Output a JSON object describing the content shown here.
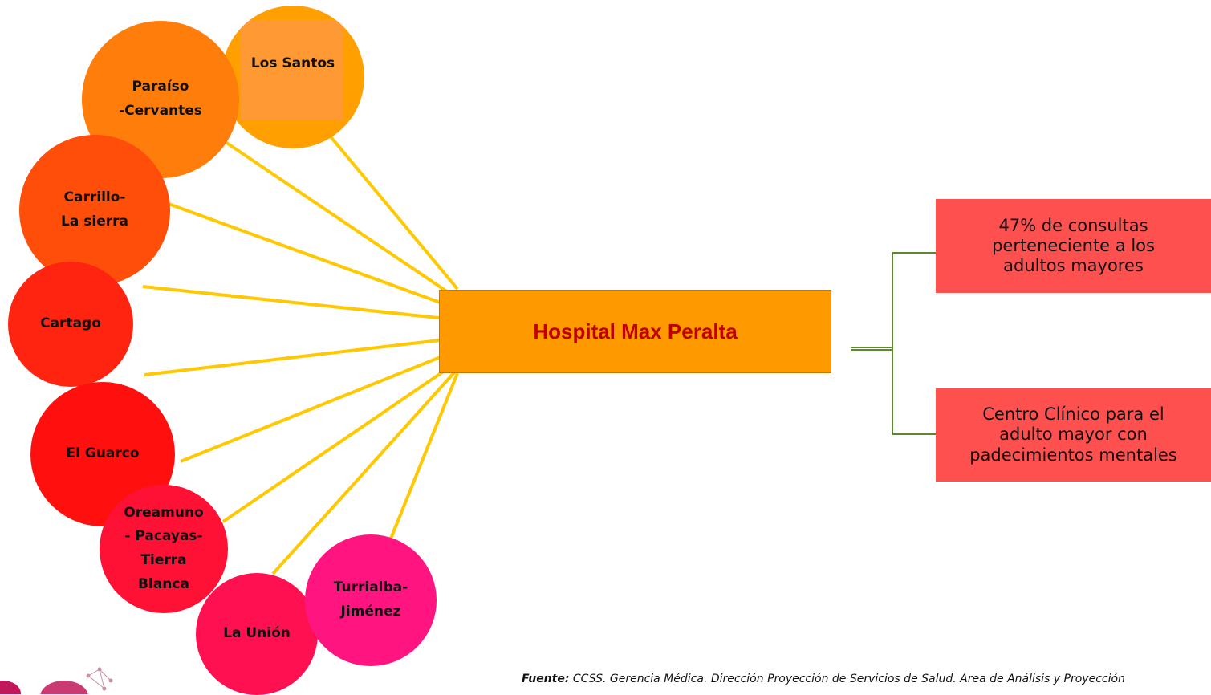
{
  "hub": {
    "label": "Hospital Max Peralta"
  },
  "areas": [
    {
      "id": "los-santos",
      "label": "Los Santos",
      "color": "#ffa000"
    },
    {
      "id": "paraiso-cervantes",
      "label": "Paraíso\n-Cervantes",
      "color": "#ff7d0a"
    },
    {
      "id": "carrillo-la-sierra",
      "label": "Carrillo-\nLa sierra",
      "color": "#ff4e0a"
    },
    {
      "id": "cartago",
      "label": "Cartago",
      "color": "#ff240f"
    },
    {
      "id": "el-guarco",
      "label": "El Guarco",
      "color": "#ff100f"
    },
    {
      "id": "oreamuno-pacayas-tierra-blanca",
      "label": "Oreamuno\n- Pacayas-\nTierra\nBlanca",
      "color": "#ff1035"
    },
    {
      "id": "la-union",
      "label": "La Unión",
      "color": "#ff1050"
    },
    {
      "id": "turrialba-jimenez",
      "label": "Turrialba-\nJiménez",
      "color": "#ff1480"
    }
  ],
  "outcomes": [
    {
      "id": "consultas",
      "text": "47% de consultas\nperteneciente a los\nadultos mayores"
    },
    {
      "id": "centro-clinico",
      "text": "Centro Clínico para el\nadulto mayor con\npadecimientos mentales"
    }
  ],
  "source": {
    "label": "Fuente:",
    "text": " CCSS. Gerencia Médica. Dirección Proyección de Servicios de Salud. Área de Análisis y Proyección"
  },
  "colors": {
    "spoke": "#ffc800",
    "connector": "#5a8a2a",
    "hub_fill": "#ff9900",
    "hub_text": "#c00000",
    "outcome_fill": "#ff5050"
  }
}
